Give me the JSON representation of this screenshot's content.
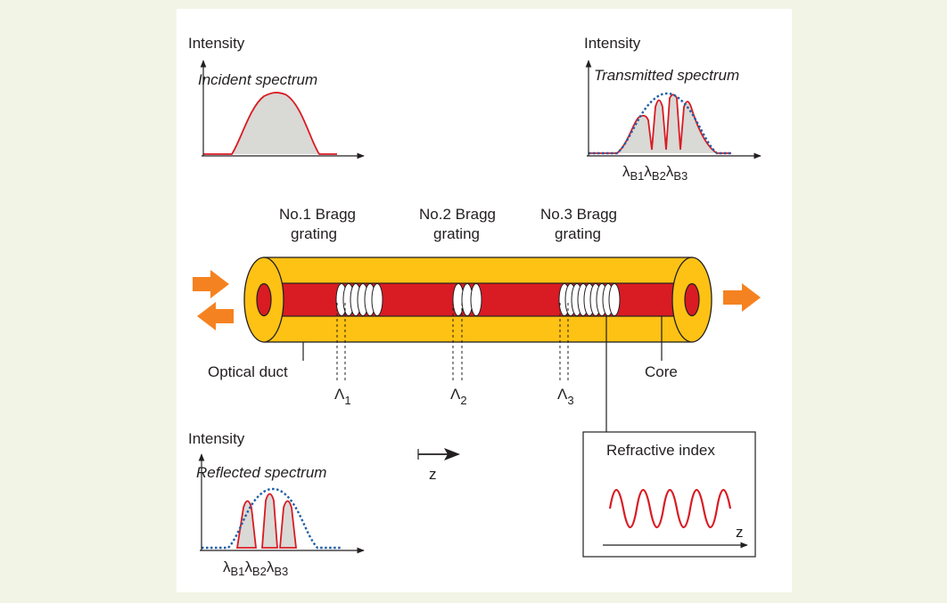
{
  "colors": {
    "background": "#f2f5e6",
    "panel": "#ffffff",
    "cladding": "#fdc214",
    "core": "#d91b23",
    "grating": "#ffffff",
    "arrow": "#f58220",
    "spectrum_fill": "#d9d9d6",
    "spectrum_line": "#d91b23",
    "dotted_envelope": "#1f5fa6",
    "text": "#231f20"
  },
  "incident": {
    "axis": "Intensity",
    "title": "Incident spectrum"
  },
  "transmitted": {
    "axis": "Intensity",
    "title": "Transmitted spectrum",
    "lam": "λ",
    "b1": "B1",
    "b2": "B2",
    "b3": "B3"
  },
  "reflected": {
    "axis": "Intensity",
    "title": "Reflected spectrum",
    "lam": "λ",
    "b1": "B1",
    "b2": "B2",
    "b3": "B3"
  },
  "gratings": {
    "g1": {
      "line1": "No.1 Bragg",
      "line2": "grating"
    },
    "g2": {
      "line1": "No.2 Bragg",
      "line2": "grating"
    },
    "g3": {
      "line1": "No.3 Bragg",
      "line2": "grating"
    }
  },
  "labels": {
    "optical_duct": "Optical duct",
    "core": "Core",
    "period_symbol": "Λ",
    "p1": "1",
    "p2": "2",
    "p3": "3",
    "z_direction": "z"
  },
  "refractive": {
    "title": "Refractive index",
    "z": "z"
  }
}
